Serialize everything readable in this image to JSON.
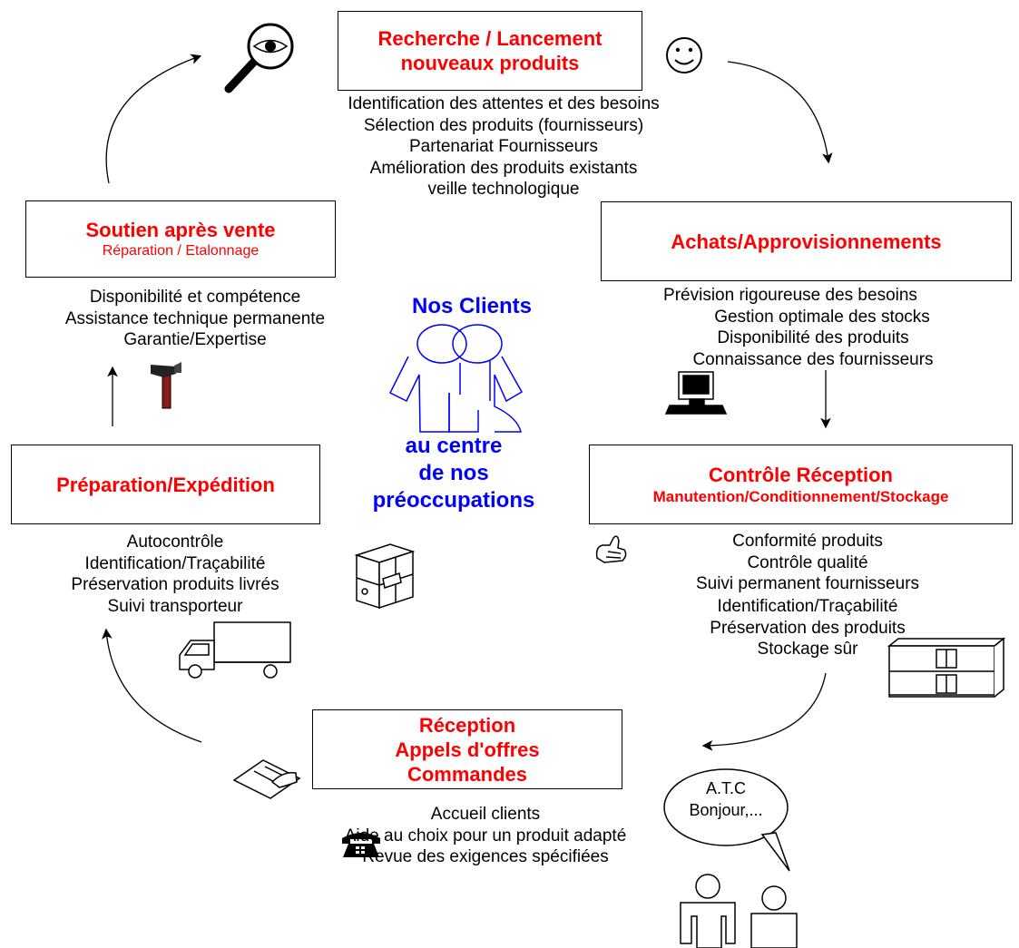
{
  "center": {
    "title": "Nos Clients",
    "subtitle_lines": [
      "au centre",
      "de nos",
      "préoccupations"
    ],
    "color": "#0000ff"
  },
  "accent": "#ff0000",
  "stages": {
    "recherche": {
      "title_lines": [
        "Recherche / Lancement",
        "nouveaux produits"
      ],
      "points": [
        "Identification des attentes et des besoins",
        "Sélection des produits (fournisseurs)",
        "Partenariat Fournisseurs",
        "Amélioration des produits existants",
        "veille technologique"
      ]
    },
    "achats": {
      "title_lines": [
        "Achats/Approvisionnements"
      ],
      "points": [
        "Prévision rigoureuse des besoins",
        "Gestion optimale des stocks",
        "Disponibilité des produits",
        "Connaissance des fournisseurs"
      ]
    },
    "controle": {
      "title": "Contrôle Réception",
      "subtitle": "Manutention/Conditionnement/Stockage",
      "points": [
        "Conformité produits",
        "Contrôle qualité",
        "Suivi permanent fournisseurs"
      ],
      "points2": [
        "Identification/Traçabilité",
        "Préservation des produits",
        "Stockage sûr"
      ]
    },
    "reception": {
      "title_lines": [
        "Réception",
        "Appels d'offres",
        "Commandes"
      ],
      "points": [
        "Accueil clients",
        "Aide au choix pour un produit adapté",
        "Revue des exigences spécifiées"
      ]
    },
    "preparation": {
      "title_lines": [
        "Préparation/Expédition"
      ],
      "points": [
        "Autocontrôle",
        "Identification/Traçabilité",
        "Préservation produits livrés",
        "Suivi transporteur"
      ]
    },
    "soutien": {
      "title": "Soutien après vente",
      "subtitle": "Réparation / Etalonnage",
      "points": [
        "Disponibilité et compétence",
        "Assistance technique permanente",
        "Garantie/Expertise"
      ]
    }
  },
  "bubble": {
    "lines": [
      "A.T.C",
      "Bonjour,..."
    ]
  },
  "icons": [
    "magnifier-eye-icon",
    "smiley-icon",
    "computer-icon",
    "thumbs-up-icon",
    "shelf-icon",
    "writing-hand-icon",
    "telephone-icon",
    "people-icon",
    "truck-icon",
    "boxes-icon",
    "hammer-icon",
    "clients-icon"
  ]
}
